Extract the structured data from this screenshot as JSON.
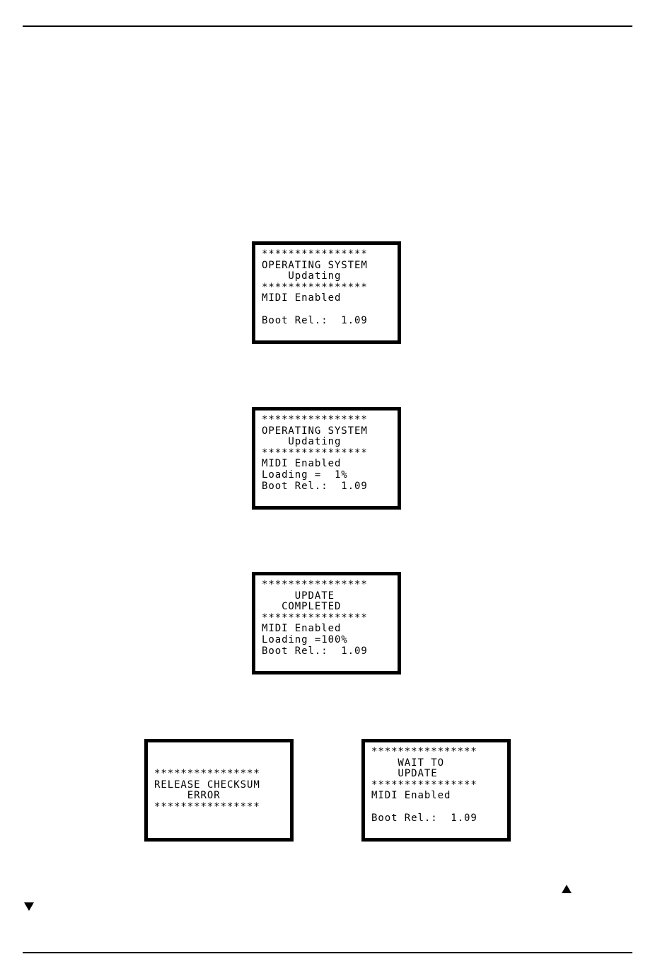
{
  "displays": [
    {
      "lines": [
        "****************",
        "OPERATING SYSTEM",
        "    Updating",
        "****************",
        "MIDI Enabled",
        "",
        "Boot Rel.:  1.09"
      ]
    },
    {
      "lines": [
        "****************",
        "OPERATING SYSTEM",
        "    Updating",
        "****************",
        "MIDI Enabled",
        "Loading =  1%",
        "Boot Rel.:  1.09"
      ]
    },
    {
      "lines": [
        "****************",
        "     UPDATE",
        "   COMPLETED",
        "****************",
        "MIDI Enabled",
        "Loading =100%",
        "Boot Rel.:  1.09"
      ]
    },
    {
      "lines": [
        "",
        "",
        "****************",
        "RELEASE CHECKSUM",
        "     ERROR",
        "****************",
        ""
      ]
    },
    {
      "lines": [
        "****************",
        "    WAIT TO",
        "    UPDATE",
        "****************",
        "MIDI Enabled",
        "",
        "Boot Rel.:  1.09"
      ]
    }
  ],
  "symbols": {
    "up_arrow_icon": "up-triangle-icon",
    "down_arrow_icon": "down-triangle-icon"
  }
}
